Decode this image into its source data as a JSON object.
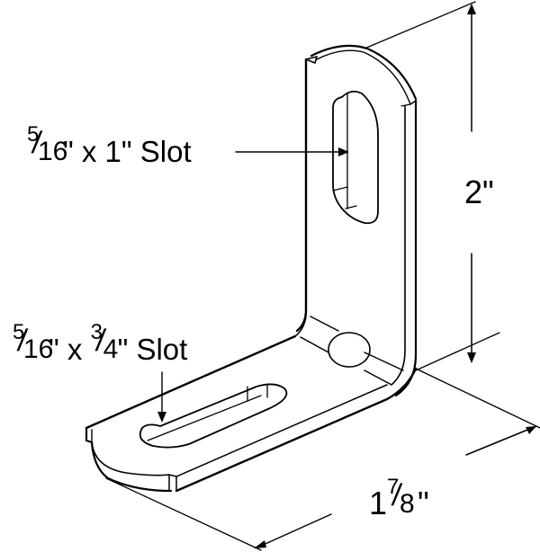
{
  "diagram": {
    "subject": "L-shaped corner bracket (isometric line drawing)",
    "colors": {
      "line": "#000000",
      "background": "#ffffff"
    },
    "callouts": {
      "upper_slot": {
        "whole_num": "5",
        "whole_den": "16",
        "rest": "\" x 1\" Slot",
        "text": "5/16\" x 1\" Slot"
      },
      "lower_slot": {
        "num1": "5",
        "den1": "16",
        "mid": "\" x ",
        "num2": "3",
        "den2": "4",
        "rest": "\" Slot",
        "text": "5/16\" x 3/4\" Slot"
      }
    },
    "dimensions": {
      "height": {
        "text": "2\"",
        "value_in": 2
      },
      "depth": {
        "whole": "1",
        "num": "7",
        "den": "8",
        "unit": "\"",
        "text": "1 7/8\"",
        "value_in": 1.875
      }
    }
  }
}
